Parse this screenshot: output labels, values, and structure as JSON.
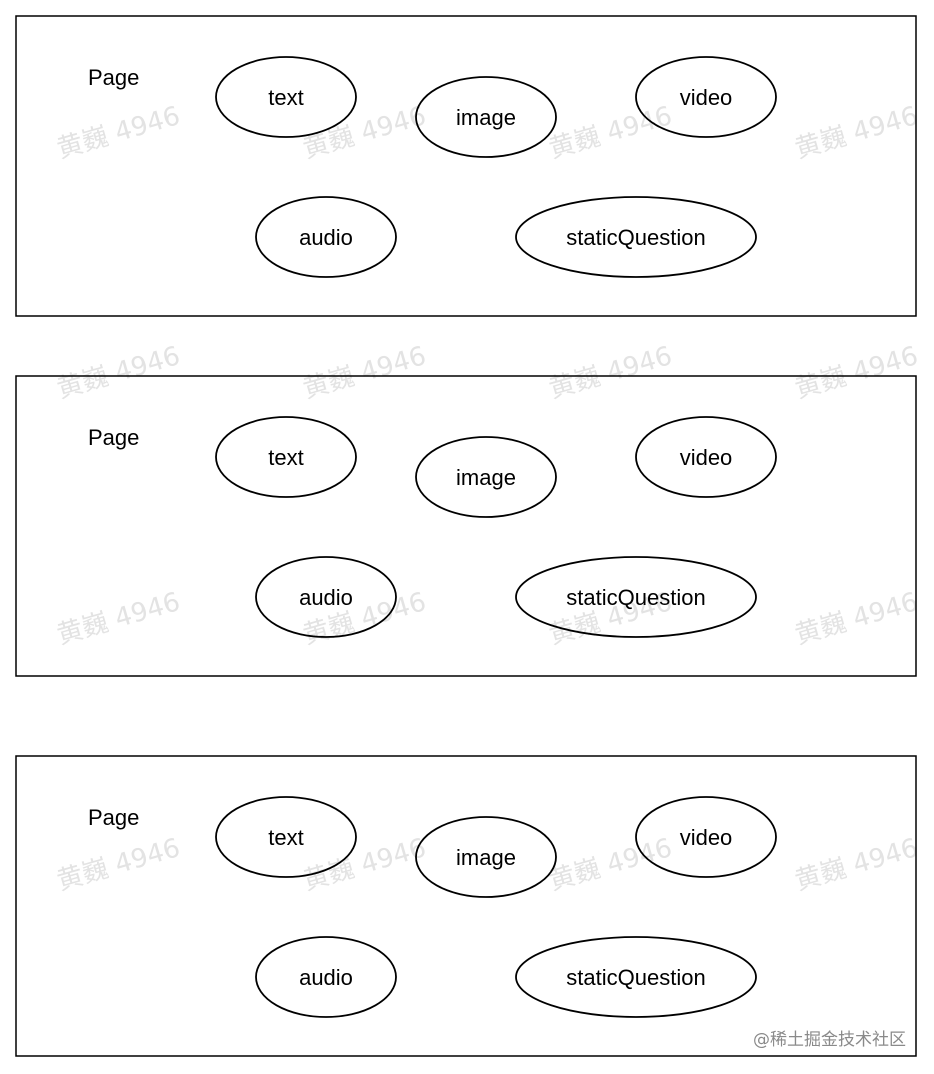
{
  "panels": [
    {
      "page_label": "Page",
      "nodes": [
        "text",
        "image",
        "video",
        "audio",
        "staticQuestion"
      ]
    },
    {
      "page_label": "Page",
      "nodes": [
        "text",
        "image",
        "video",
        "audio",
        "staticQuestion"
      ]
    },
    {
      "page_label": "Page",
      "nodes": [
        "text",
        "image",
        "video",
        "audio",
        "staticQuestion"
      ]
    }
  ],
  "watermark": "黄巍 4946",
  "footer": "@稀土掘金技术社区",
  "colors": {
    "stroke": "#000000",
    "watermark": "#e3e3e3",
    "footer": "#8a8a8a"
  }
}
